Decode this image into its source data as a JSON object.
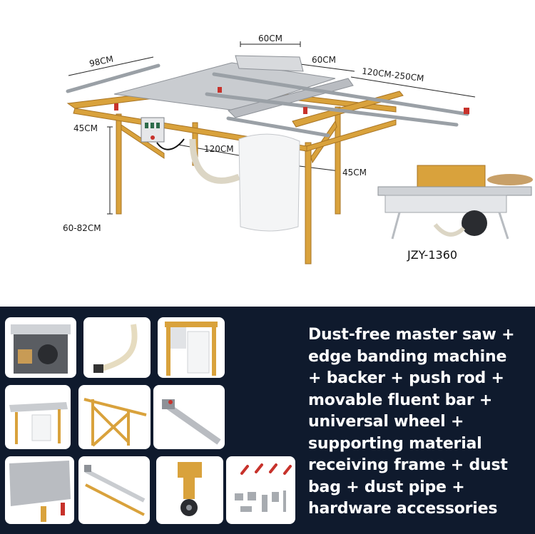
{
  "dimensions": {
    "top_left_width": "60CM",
    "top_right_width": "60CM",
    "depth": "98CM",
    "slide_range": "120CM-250CM",
    "left_overhang": "45CM",
    "table_length": "120CM",
    "right_overhang": "45CM",
    "height_range": "60-82CM"
  },
  "inset_model": "JZY-1360",
  "description_lines": [
    "Dust-free master saw +",
    "edge banding machine",
    "+ backer + push rod +",
    "movable fluent bar +",
    "universal wheel +",
    "supporting material",
    "receiving frame + dust",
    "bag + dust pipe +",
    "hardware accessories"
  ],
  "colors": {
    "frame_gold": "#d9a23c",
    "panel_navy": "#0f1a2d",
    "table_silver": "#c9ccd0"
  },
  "thumbnails": [
    {
      "icon": "saw-unit-photo"
    },
    {
      "icon": "dust-pipe-photo"
    },
    {
      "icon": "cabinet-dust-bag-photo"
    },
    {
      "icon": "table-with-bag-photo"
    },
    {
      "icon": "gold-frame-photo"
    },
    {
      "icon": "push-rod-photo"
    },
    {
      "icon": "table-corner-photo"
    },
    {
      "icon": "fluent-bar-photo"
    },
    {
      "icon": "universal-wheel-photo"
    },
    {
      "icon": "hardware-accessories-photo"
    }
  ]
}
